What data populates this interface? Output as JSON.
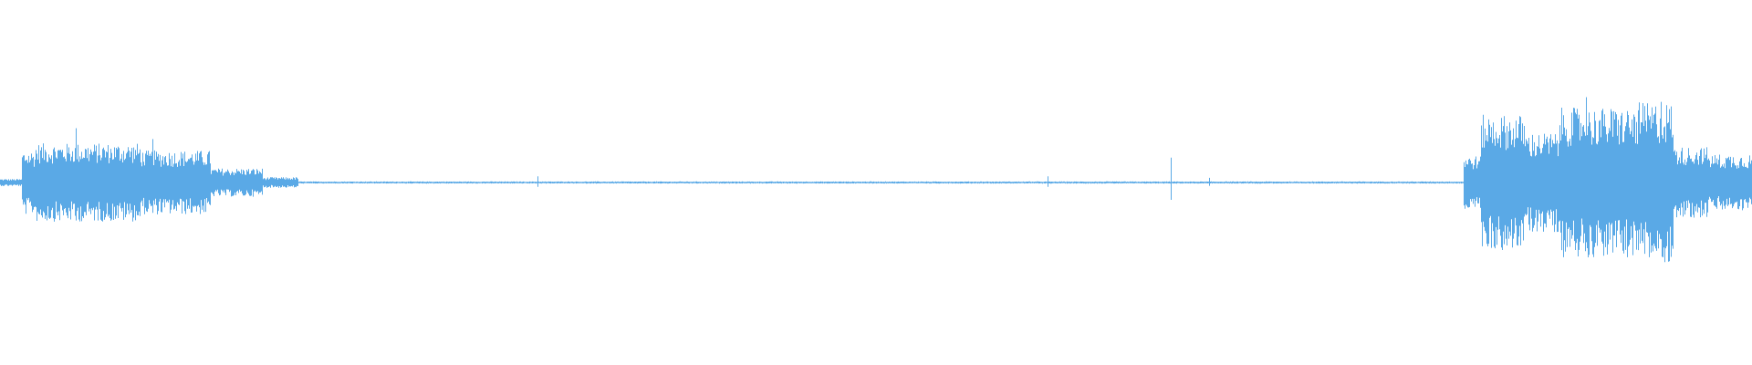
{
  "waveform": {
    "color": "#5aa9e6",
    "background": "#ffffff",
    "segments": [
      {
        "from": 0.0,
        "to": 0.012,
        "amp": 0.02
      },
      {
        "from": 0.012,
        "to": 0.02,
        "amp": 0.18
      },
      {
        "from": 0.02,
        "to": 0.08,
        "amp": 0.22
      },
      {
        "from": 0.08,
        "to": 0.12,
        "amp": 0.18
      },
      {
        "from": 0.12,
        "to": 0.15,
        "amp": 0.08
      },
      {
        "from": 0.15,
        "to": 0.17,
        "amp": 0.03
      },
      {
        "from": 0.17,
        "to": 0.835,
        "amp": 0.006
      },
      {
        "from": 0.835,
        "to": 0.845,
        "amp": 0.15
      },
      {
        "from": 0.845,
        "to": 0.87,
        "amp": 0.38
      },
      {
        "from": 0.87,
        "to": 0.89,
        "amp": 0.28
      },
      {
        "from": 0.89,
        "to": 0.935,
        "amp": 0.42
      },
      {
        "from": 0.935,
        "to": 0.955,
        "amp": 0.45
      },
      {
        "from": 0.955,
        "to": 0.975,
        "amp": 0.2
      },
      {
        "from": 0.975,
        "to": 1.0,
        "amp": 0.16
      }
    ],
    "spikes": [
      {
        "at": 0.043,
        "amp": 0.35
      },
      {
        "at": 0.087,
        "amp": 0.28
      },
      {
        "at": 0.307,
        "amp": 0.04
      },
      {
        "at": 0.598,
        "amp": 0.04
      },
      {
        "at": 0.668,
        "amp": 0.16
      },
      {
        "at": 0.69,
        "amp": 0.03
      },
      {
        "at": 0.905,
        "amp": 0.55
      },
      {
        "at": 0.948,
        "amp": 0.52
      }
    ]
  }
}
